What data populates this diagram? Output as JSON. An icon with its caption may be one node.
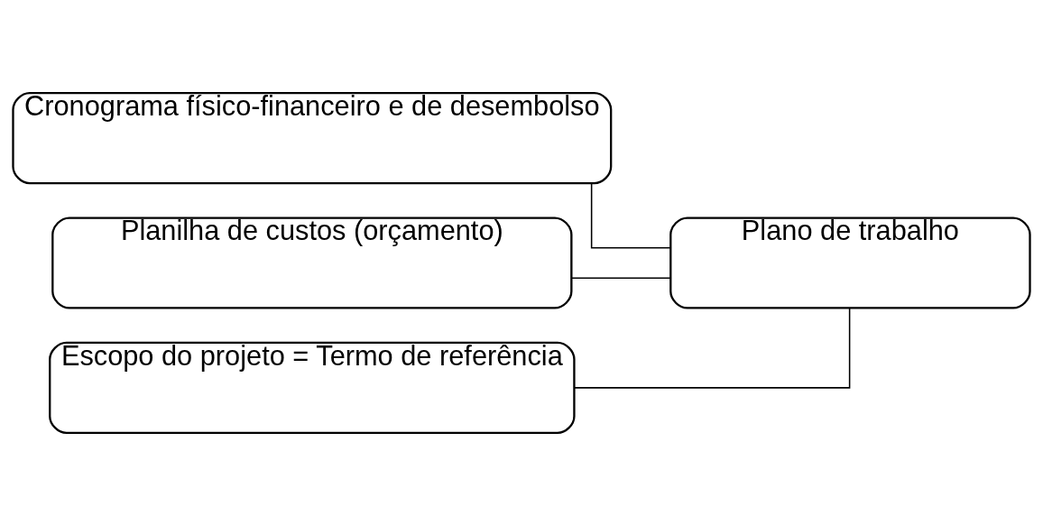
{
  "diagram": {
    "nodes": [
      {
        "text": [
          "Plano de trabalho"
        ]
      },
      {
        "text": [
          "Cronograma físico-financeiro e de desembolso"
        ]
      },
      {
        "text": [
          "Planilha de custos (orçamento)"
        ]
      },
      {
        "text": [
          "Escopo do projeto = Termo de referência"
        ]
      }
    ],
    "edges": [
      {
        "from": 0,
        "to": 1,
        "arrow": "none"
      },
      {
        "from": 0,
        "to": 2,
        "arrow": "none"
      },
      {
        "from": 0,
        "to": 3,
        "arrow": "none"
      }
    ]
  }
}
